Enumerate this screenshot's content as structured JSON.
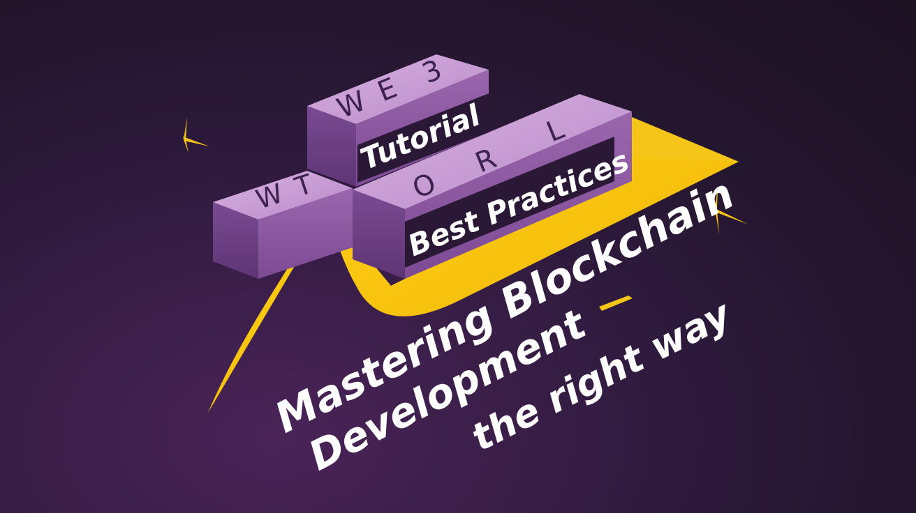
{
  "labels": {
    "tutorial": "Tutorial",
    "best_practices": "Best Practices"
  },
  "blocks": {
    "web3": [
      "W",
      "E",
      "3"
    ],
    "wt": [
      "W",
      "T"
    ],
    "world": [
      "O",
      "R",
      "L"
    ]
  },
  "headline": {
    "line1": "Mastering Blockchain",
    "line2": "Development",
    "line3": "the right way"
  },
  "colors": {
    "background": "#231630",
    "accent_yellow": "#f5c518",
    "block_top": "#cfa2d8",
    "block_front": "#8e5aa2",
    "block_side": "#6a3d82",
    "label_bg": "#2a1836",
    "text": "#ffffff"
  }
}
